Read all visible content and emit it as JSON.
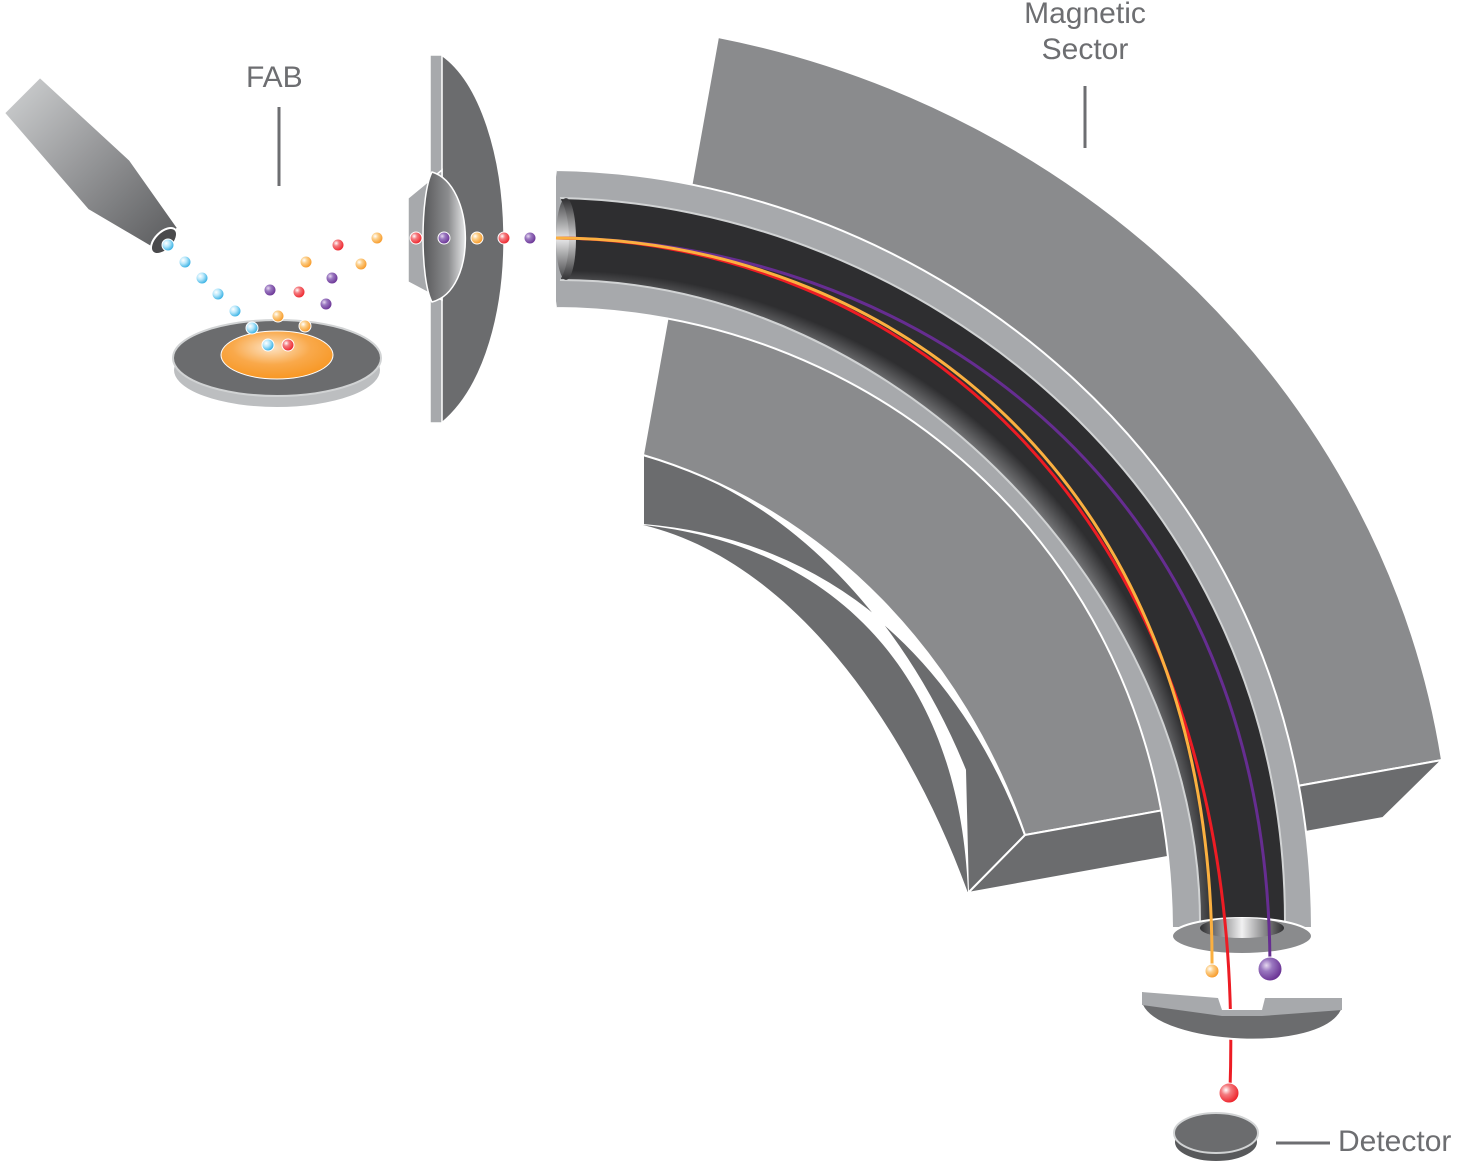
{
  "labels": {
    "fab": "FAB",
    "magnetic_sector_line1": "Magnetic",
    "magnetic_sector_line2": "Sector",
    "detector": "Detector"
  },
  "colors": {
    "label_text": "#6d6e71",
    "magnet_top": "#8a8b8d",
    "magnet_side": "#6b6c6e",
    "tube_wall": "#a7a9ac",
    "sample": "#f7941d",
    "fab_atoms": "#6dcff6",
    "ion_red": "#ed1c24",
    "ion_orange": "#fbb040",
    "ion_purple": "#662d91"
  },
  "icons": {
    "fab_gun": "fab-gun-icon",
    "sample_target": "sample-target-icon",
    "extraction_lens": "extraction-lens-icon",
    "exit_slit": "exit-slit-icon",
    "detector": "detector-icon"
  }
}
